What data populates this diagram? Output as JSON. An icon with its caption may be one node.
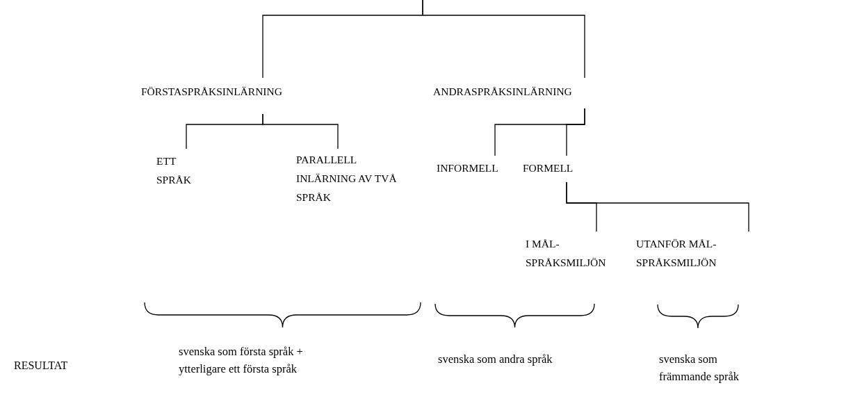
{
  "diagram": {
    "nodes": [
      {
        "text": [
          "FÖRSTASPRÅKSINLÄRNING"
        ]
      },
      {
        "text": [
          "ANDRASPRÅKSINLÄRNING"
        ]
      },
      {
        "text": [
          "ETT SPRÅK"
        ]
      },
      {
        "text": [
          "PARALLELL INLÄRNING AV TVÅ SPRÅK"
        ]
      },
      {
        "text": [
          "INFORMELL"
        ]
      },
      {
        "text": [
          "FORMELL"
        ]
      },
      {
        "text": [
          "I MÅL- SPRÅKSMILJÖN"
        ]
      },
      {
        "text": [
          "UTANFÖR MÅL- SPRÅKSMILJÖN"
        ]
      },
      {
        "text": [
          "svenska som första språk + ytterligare ett första språk"
        ]
      },
      {
        "text": [
          "svenska som andra språk"
        ]
      },
      {
        "text": [
          "svenska som främmande språk"
        ]
      }
    ],
    "edges": [
      {
        "from": null,
        "to": 0,
        "arrow": "none"
      },
      {
        "from": null,
        "to": 1,
        "arrow": "none"
      },
      {
        "from": 0,
        "to": 2,
        "arrow": "none"
      },
      {
        "from": 0,
        "to": 3,
        "arrow": "none"
      },
      {
        "from": 1,
        "to": 4,
        "arrow": "none"
      },
      {
        "from": 1,
        "to": 5,
        "arrow": "none"
      },
      {
        "from": 5,
        "to": 6,
        "arrow": "none"
      },
      {
        "from": 5,
        "to": 7,
        "arrow": "none"
      }
    ],
    "labels": [
      "RESULTAT"
    ]
  }
}
